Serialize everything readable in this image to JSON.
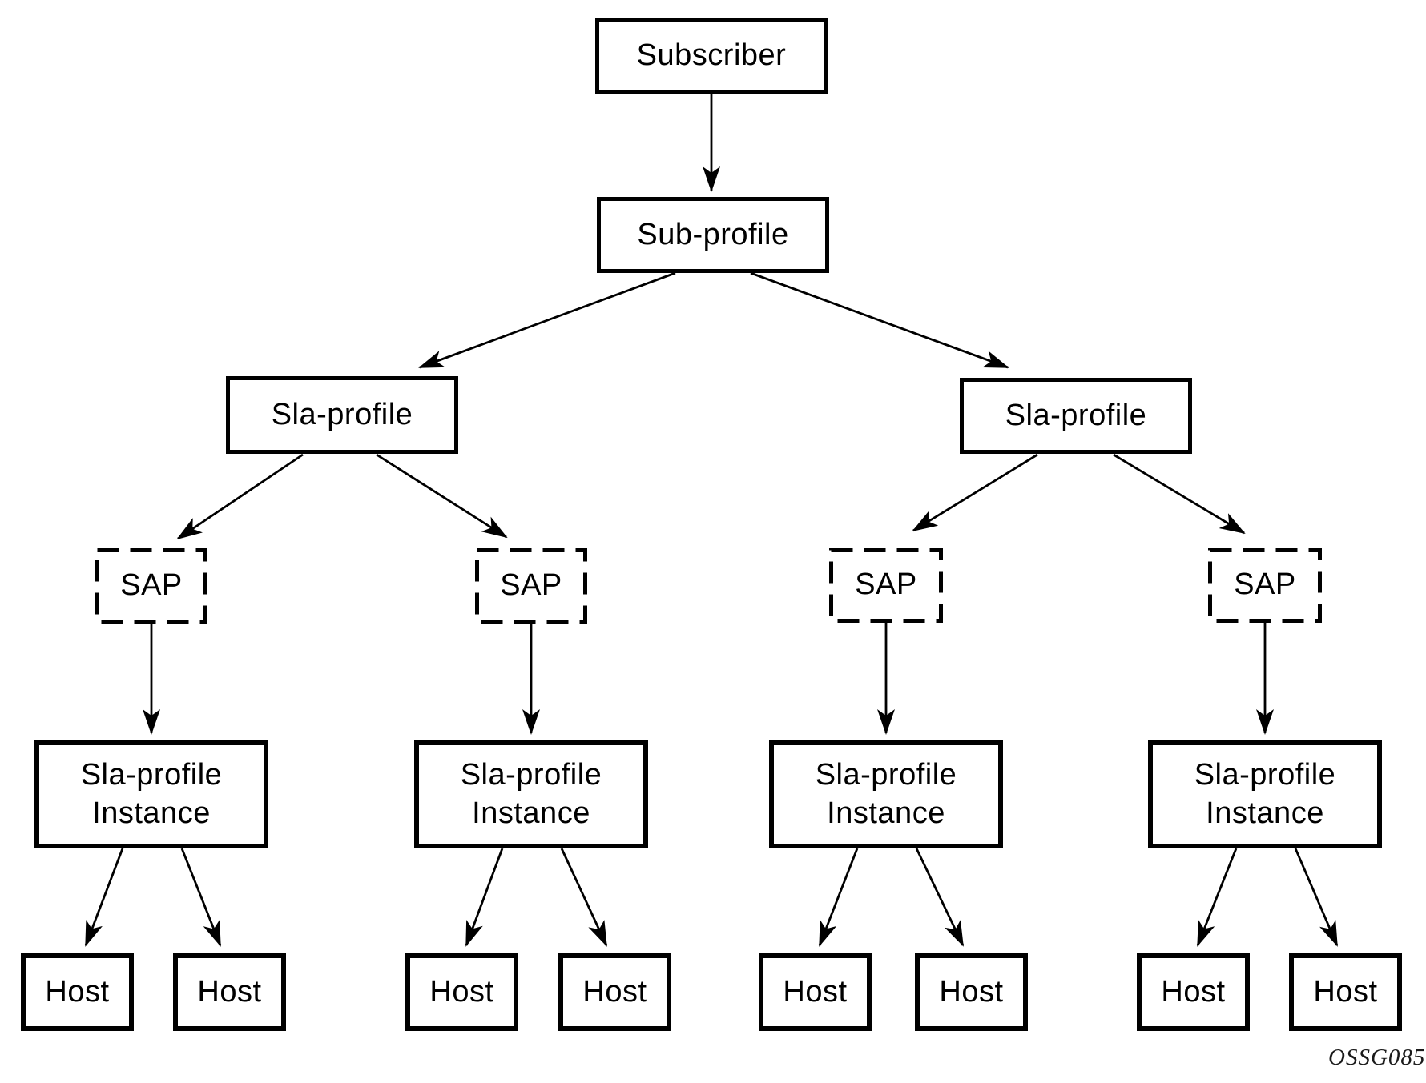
{
  "nodes": {
    "subscriber": {
      "label": "Subscriber"
    },
    "sub_profile": {
      "label": "Sub-profile"
    },
    "sla_profiles": [
      {
        "label": "Sla-profile"
      },
      {
        "label": "Sla-profile"
      }
    ],
    "saps": [
      {
        "label": "SAP"
      },
      {
        "label": "SAP"
      },
      {
        "label": "SAP"
      },
      {
        "label": "SAP"
      }
    ],
    "sla_profile_instances": [
      {
        "line1": "Sla-profile",
        "line2": "Instance"
      },
      {
        "line1": "Sla-profile",
        "line2": "Instance"
      },
      {
        "line1": "Sla-profile",
        "line2": "Instance"
      },
      {
        "line1": "Sla-profile",
        "line2": "Instance"
      }
    ],
    "hosts": [
      {
        "label": "Host"
      },
      {
        "label": "Host"
      },
      {
        "label": "Host"
      },
      {
        "label": "Host"
      },
      {
        "label": "Host"
      },
      {
        "label": "Host"
      },
      {
        "label": "Host"
      },
      {
        "label": "Host"
      }
    ]
  },
  "edges": [
    {
      "from": "subscriber",
      "to": "sub-profile"
    },
    {
      "from": "sub-profile",
      "to": "sla-profile-1"
    },
    {
      "from": "sub-profile",
      "to": "sla-profile-2"
    },
    {
      "from": "sla-profile-1",
      "to": "sap-1"
    },
    {
      "from": "sla-profile-1",
      "to": "sap-2"
    },
    {
      "from": "sla-profile-2",
      "to": "sap-3"
    },
    {
      "from": "sla-profile-2",
      "to": "sap-4"
    },
    {
      "from": "sap-1",
      "to": "sla-profile-instance-1"
    },
    {
      "from": "sap-2",
      "to": "sla-profile-instance-2"
    },
    {
      "from": "sap-3",
      "to": "sla-profile-instance-3"
    },
    {
      "from": "sap-4",
      "to": "sla-profile-instance-4"
    },
    {
      "from": "sla-profile-instance-1",
      "to": "host-1"
    },
    {
      "from": "sla-profile-instance-1",
      "to": "host-2"
    },
    {
      "from": "sla-profile-instance-2",
      "to": "host-3"
    },
    {
      "from": "sla-profile-instance-2",
      "to": "host-4"
    },
    {
      "from": "sla-profile-instance-3",
      "to": "host-5"
    },
    {
      "from": "sla-profile-instance-3",
      "to": "host-6"
    },
    {
      "from": "sla-profile-instance-4",
      "to": "host-7"
    },
    {
      "from": "sla-profile-instance-4",
      "to": "host-8"
    }
  ],
  "footer": {
    "figure_code": "OSSG085"
  },
  "colors": {
    "stroke": "#000000",
    "background": "#ffffff",
    "text": "#000000"
  }
}
